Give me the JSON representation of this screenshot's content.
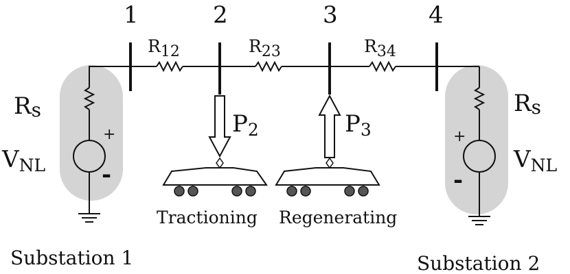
{
  "buses": [
    "1",
    "2",
    "3",
    "4"
  ],
  "resistors": {
    "r12": {
      "main": "R",
      "sub": "12"
    },
    "r23": {
      "main": "R",
      "sub": "23"
    },
    "r34": {
      "main": "R",
      "sub": "34"
    }
  },
  "substations": [
    {
      "label": "Substation 1",
      "rs_main": "R",
      "rs_sub": "s",
      "v_main": "V",
      "v_sub": "NL",
      "plus": "+",
      "minus": "-"
    },
    {
      "label": "Substation 2",
      "rs_main": "R",
      "rs_sub": "s",
      "v_main": "V",
      "v_sub": "NL",
      "plus": "+",
      "minus": "-"
    }
  ],
  "loads": [
    {
      "power_main": "P",
      "power_sub": "2",
      "mode": "Tractioning"
    },
    {
      "power_main": "P",
      "power_sub": "3",
      "mode": "Regenerating"
    }
  ],
  "colors": {
    "substation_fill": "#d4d4d4",
    "line": "#111111",
    "wheel": "#555555"
  }
}
